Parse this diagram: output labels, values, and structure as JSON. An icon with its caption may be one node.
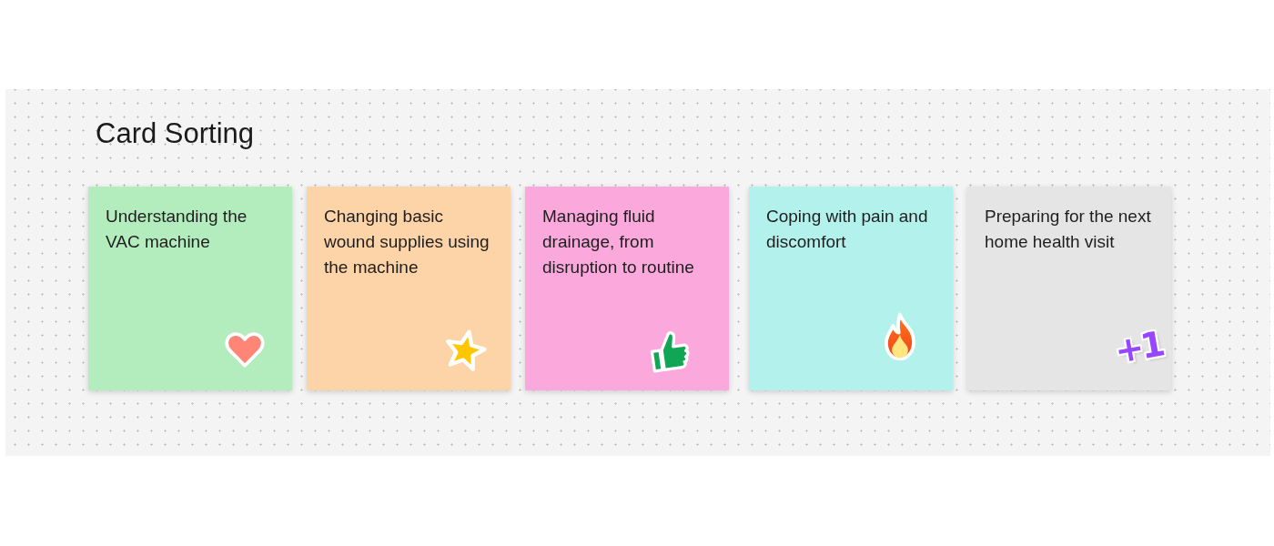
{
  "diagram": {
    "title": "Card Sorting",
    "nodes": [
      {
        "text": [
          "Understanding the VAC machine"
        ]
      },
      {
        "text": [
          "Changing basic wound supplies using the machine"
        ]
      },
      {
        "text": [
          "Managing fluid drainage, from disruption to routine"
        ]
      },
      {
        "text": [
          "Coping with pain and discomfort"
        ]
      },
      {
        "text": [
          "Preparing for the next home health visit",
          "+1"
        ]
      }
    ]
  }
}
